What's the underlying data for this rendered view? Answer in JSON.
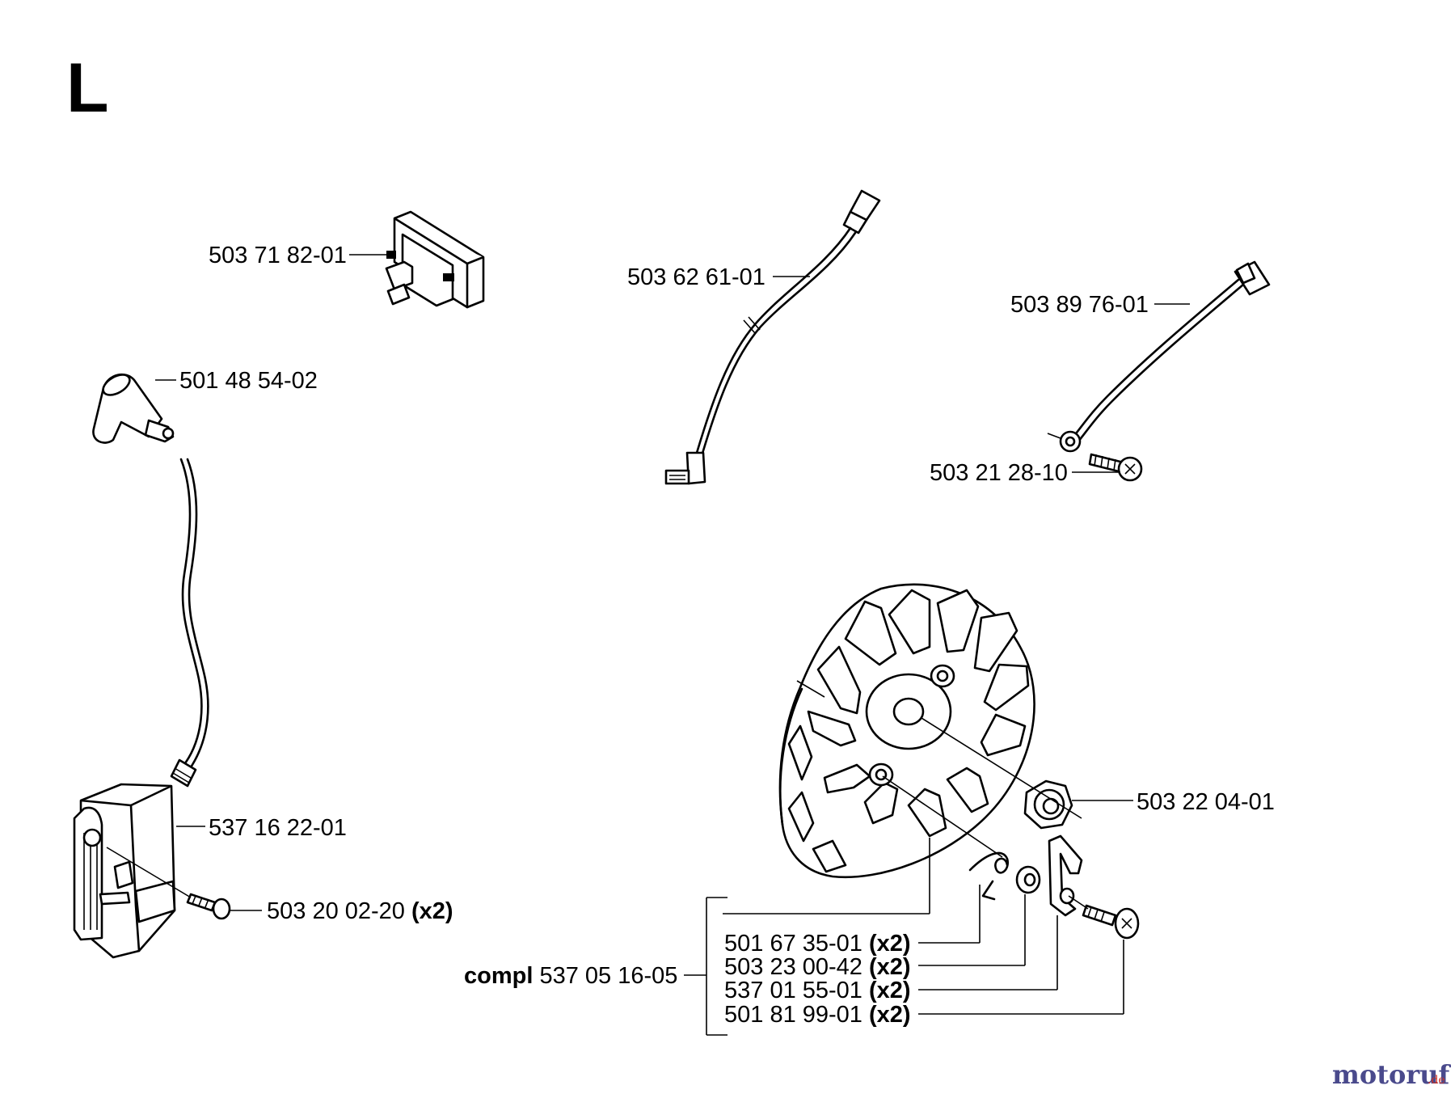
{
  "section_letter": "L",
  "parts": {
    "switch": "503 71 82-01",
    "cable_left": "503 62 61-01",
    "cable_right": "503 89 76-01",
    "spark_cap": "501 48 54-02",
    "screw_right": "503 21 28-10",
    "ignition_module": "537 16 22-01",
    "module_screw": "503 20 02-20",
    "module_screw_qty": "(x2)",
    "flywheel_nut": "503 22 04-01",
    "spring": "501 67 35-01",
    "spring_qty": "(x2)",
    "washer": "503 23 00-42",
    "washer_qty": "(x2)",
    "pawl": "537 01 55-01",
    "pawl_qty": "(x2)",
    "pawl_screw": "501 81 99-01",
    "pawl_screw_qty": "(x2)",
    "compl_prefix": "compl",
    "compl_number": "537 05 16-05"
  },
  "watermark": {
    "brand": "motoruf",
    "tld": ".de",
    "brand_color": "#4a4a8c",
    "accent_color": "#d03020"
  }
}
